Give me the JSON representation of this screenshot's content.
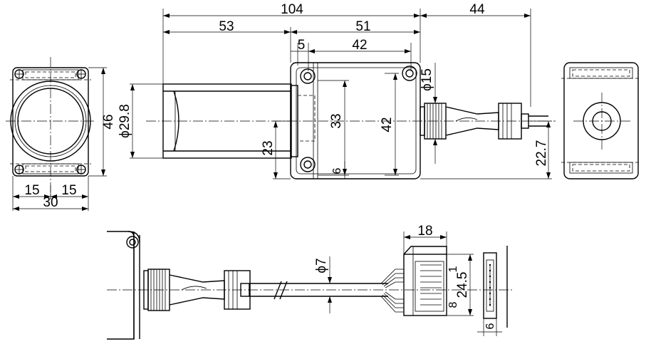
{
  "dimensions": {
    "overall_length": "104",
    "sensor_length": "53",
    "body_length": "51",
    "cable_length": "44",
    "mount_offset": "5",
    "hole_spacing_h": "42",
    "hole_spacing_v": "42",
    "connector_dia": "ϕ15",
    "lens_dia": "ϕ29.8",
    "window_height": "33",
    "axis_height": "23",
    "bottom_offset": "6",
    "cable_axis_height": "22.7",
    "front_height": "46",
    "front_half_left": "15",
    "front_half_right": "15",
    "front_width": "30",
    "cable_dia": "ϕ7",
    "plug_length": "18",
    "plug_pin_pitch": "24.5",
    "plug_pin_first": "1",
    "plug_pin_last": "8",
    "plug_width": "6"
  }
}
